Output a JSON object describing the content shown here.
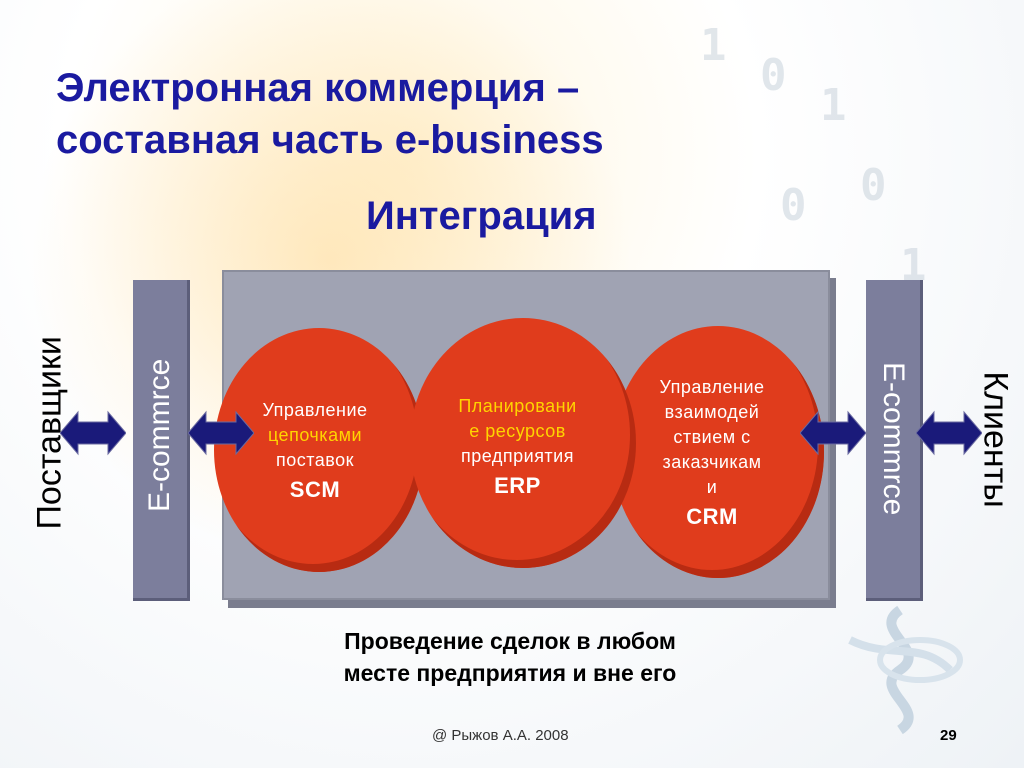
{
  "title": "Электронная коммерция – составная часть e-business",
  "subtitle": "Интеграция",
  "left_label": "Поставщики",
  "right_label": "Клиенты",
  "bar_label_left": "E-commrce",
  "bar_label_right": "E-commrce",
  "circles": [
    {
      "line1": "Управление",
      "line2": "цепочками",
      "line3": "поставок",
      "acr": "SCM"
    },
    {
      "line1": "Планировани",
      "line2": "е ресурсов",
      "line3": "предприятия",
      "acr": "ERP"
    },
    {
      "line1": "Управление",
      "line2": "взаимодей",
      "line3": "ствием с",
      "line4": "заказчикам",
      "line5": "и",
      "acr": "CRM"
    }
  ],
  "caption_line1": "Проведение сделок в любом",
  "caption_line2": "месте предприятия и вне его",
  "footer": "@ Рыжов А.А. 2008",
  "page_number": "29",
  "colors": {
    "title": "#1a1aa0",
    "circle": "#e03c1c",
    "bar": "#7c7e9c",
    "arrow": "#1a1a7a"
  }
}
